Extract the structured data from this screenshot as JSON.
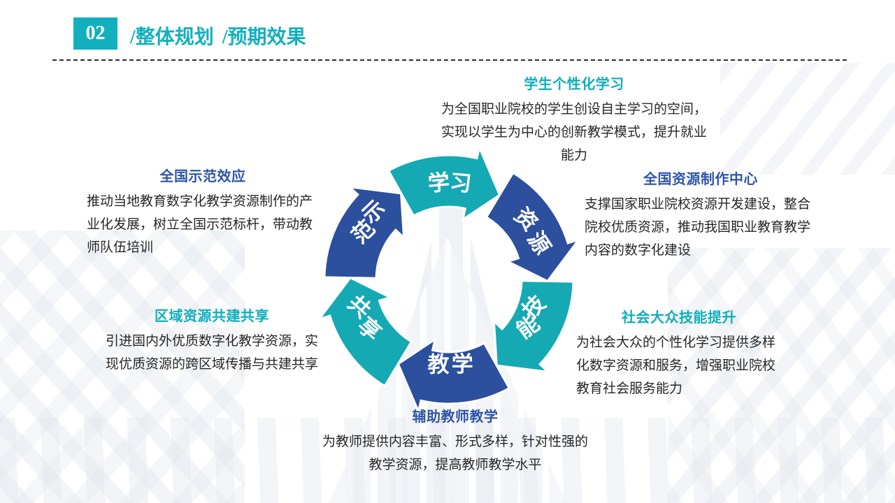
{
  "header": {
    "number": "02",
    "title_part1": "/整体规划",
    "title_part2": "/预期效果"
  },
  "colors": {
    "teal": "#15A9B4",
    "blue": "#2C4F9E",
    "header_teal": "#12B0BE",
    "title_teal": "#10AEBC",
    "title_blue": "#2E55A8",
    "body_text": "#262626"
  },
  "cycle": {
    "segments": [
      {
        "label": "学习",
        "color": "teal"
      },
      {
        "label": "资源",
        "color": "blue"
      },
      {
        "label": "技能",
        "color": "teal"
      },
      {
        "label": "教学",
        "color": "blue"
      },
      {
        "label": "共享",
        "color": "teal"
      },
      {
        "label": "示范",
        "color": "blue"
      }
    ]
  },
  "callouts": [
    {
      "title": "学生个性化学习",
      "body": "为全国职业院校的学生创设自主学习的空间，实现以学生为中心的创新教学模式，提升就业能力"
    },
    {
      "title": "全国资源制作中心",
      "body": "支撑国家职业院校资源开发建设，整合院校优质资源，推动我国职业教育教学内容的数字化建设"
    },
    {
      "title": "社会大众技能提升",
      "body": "为社会大众的个性化学习提供多样化数字资源和服务，增强职业院校教育社会服务能力"
    },
    {
      "title": "辅助教师教学",
      "body": "为教师提供内容丰富、形式多样，针对性强的教学资源，提高教师教学水平"
    },
    {
      "title": "区域资源共建共享",
      "body": "引进国内外优质数字化教学资源，实现优质资源的跨区域传播与共建共享"
    },
    {
      "title": "全国示范效应",
      "body": "推动当地教育数字化教学资源制作的产业化发展，树立全国示范标杆，带动教师队伍培训"
    }
  ]
}
